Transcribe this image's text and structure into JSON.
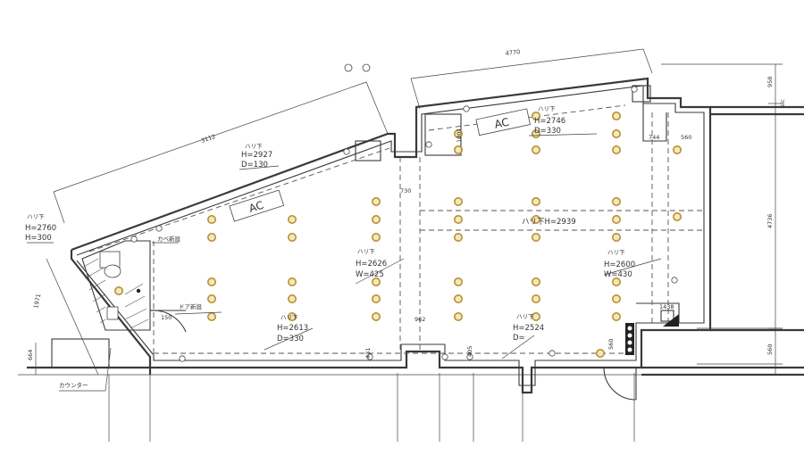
{
  "colors": {
    "light": "#b8902a",
    "wall": "#3a3a3a",
    "background": "#ffffff"
  },
  "dimensions": {
    "left_diag": "3112",
    "right_diag": "4770",
    "right_top": "958",
    "right_mid": "4736",
    "right_bottom": "560",
    "left_vert": "1971",
    "left_bottom": "664",
    "bottom_mid_a": "962",
    "bottom_mid_b": "431",
    "bottom_right_a": "405",
    "bottom_right_b": "560",
    "col_width": "730",
    "top_right_a": "744",
    "top_right_b": "560",
    "mid_small": "1438",
    "top_small": "1001"
  },
  "annotations": {
    "beam1": {
      "title": "ハリ下",
      "h": "H=2927",
      "d": "D=130"
    },
    "beam2": {
      "title": "ハリ下",
      "h": "H=2746",
      "d": "D=330"
    },
    "beam3": {
      "title": "ハリ下",
      "h": "H=2760",
      "d": "H=300"
    },
    "beam4": {
      "title": "ハリ下",
      "h": "H=2626",
      "w": "W=425"
    },
    "beam5": {
      "title": "ハリ下",
      "h": "H=2600",
      "w": "W=430"
    },
    "beam6": {
      "title": "ハリ下",
      "h": "H=2613",
      "d": "D=330"
    },
    "beam7": {
      "title": "ハリ下",
      "h": "H=2524",
      "d": "D="
    },
    "beam_center": "ハリ下H=2939",
    "ac1": "AC",
    "ac2": "AC",
    "counter": "カウンター",
    "wall_note": "カベ新設",
    "door_note": "ドア新設",
    "small_note": "150"
  },
  "side_note": "sic"
}
